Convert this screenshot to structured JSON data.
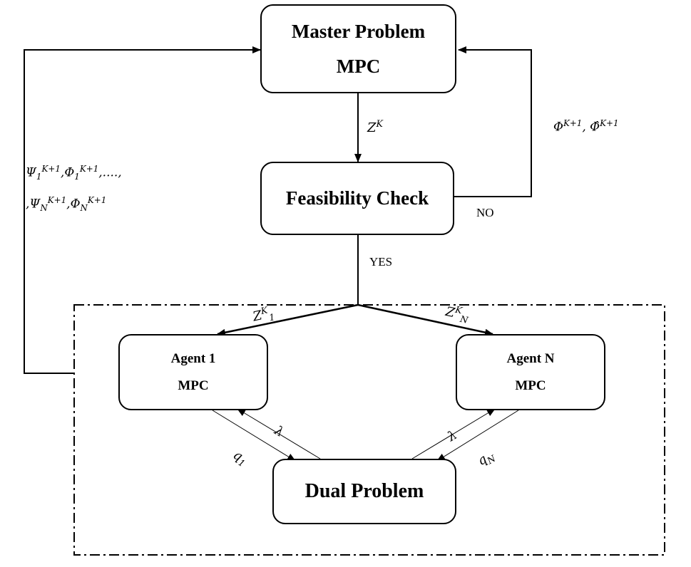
{
  "nodes": {
    "master": {
      "line1": "Master Problem",
      "line2": "MPC"
    },
    "feasibility": {
      "line1": "Feasibility Check"
    },
    "agent1": {
      "line1": "Agent 1",
      "line2": "MPC"
    },
    "agentN": {
      "line1": "Agent N",
      "line2": "MPC"
    },
    "dual": {
      "line1": "Dual Problem"
    }
  },
  "edges": {
    "master_to_feas": {
      "sym": "Z",
      "sup": "K"
    },
    "no_loop": {
      "sym1": "Φ",
      "sup1": "K+1",
      "sep": ", ",
      "sym2": "Φ̂",
      "sup2": "K+1",
      "no_label": "NO"
    },
    "yes_label": "YES",
    "to_agent1": {
      "sym": "Z",
      "sup": "K",
      "sub": "1"
    },
    "to_agentN": {
      "sym": "Z",
      "sup": "K",
      "sub": "N"
    },
    "feedback": {
      "line1": {
        "psi": "Ψ",
        "psi_sub": "1",
        "psi_sup": "K+1",
        "phi": "Φ",
        "phi_sub": "1",
        "phi_sup": "K+1",
        "tail": ",....,"
      },
      "line2": {
        "lead": ",",
        "psi": "Ψ",
        "psi_sub": "N",
        "psi_sup": "K+1",
        "phi": "Φ",
        "phi_sub": "N",
        "phi_sup": "K+1"
      }
    },
    "agent1_dual": {
      "q": "q",
      "q_sub": "1",
      "lambda": "λ"
    },
    "agentN_dual": {
      "q": "q",
      "q_sub": "N",
      "lambda": "λ"
    }
  }
}
